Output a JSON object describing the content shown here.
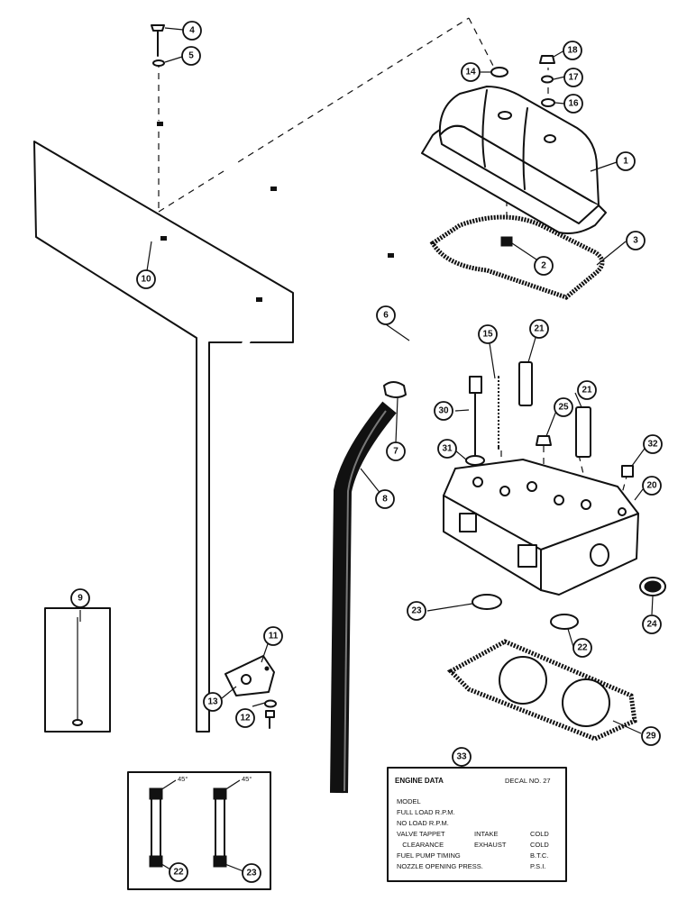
{
  "callouts": [
    {
      "id": "c1",
      "label": "1"
    },
    {
      "id": "c2",
      "label": "2"
    },
    {
      "id": "c3",
      "label": "3"
    },
    {
      "id": "c4",
      "label": "4"
    },
    {
      "id": "c5",
      "label": "5"
    },
    {
      "id": "c6",
      "label": "6"
    },
    {
      "id": "c7",
      "label": "7"
    },
    {
      "id": "c8",
      "label": "8"
    },
    {
      "id": "c9",
      "label": "9"
    },
    {
      "id": "c10",
      "label": "10"
    },
    {
      "id": "c11",
      "label": "11"
    },
    {
      "id": "c12",
      "label": "12"
    },
    {
      "id": "c13",
      "label": "13"
    },
    {
      "id": "c14",
      "label": "14"
    },
    {
      "id": "c15",
      "label": "15"
    },
    {
      "id": "c16",
      "label": "16"
    },
    {
      "id": "c17",
      "label": "17"
    },
    {
      "id": "c18",
      "label": "18"
    },
    {
      "id": "c20",
      "label": "20"
    },
    {
      "id": "c21a",
      "label": "21"
    },
    {
      "id": "c21b",
      "label": "21"
    },
    {
      "id": "c22a",
      "label": "22"
    },
    {
      "id": "c22b",
      "label": "22"
    },
    {
      "id": "c23a",
      "label": "23"
    },
    {
      "id": "c23b",
      "label": "23"
    },
    {
      "id": "c24",
      "label": "24"
    },
    {
      "id": "c25",
      "label": "25"
    },
    {
      "id": "c29",
      "label": "29"
    },
    {
      "id": "c30",
      "label": "30"
    },
    {
      "id": "c31",
      "label": "31"
    },
    {
      "id": "c32",
      "label": "32"
    },
    {
      "id": "c33",
      "label": "33"
    }
  ],
  "insert": {
    "angle_label": "45°"
  },
  "plate": {
    "heading": "ENGINE DATA",
    "decal": "DECAL NO. 27",
    "rows": [
      {
        "label": "MODEL",
        "mid": "",
        "right": ""
      },
      {
        "label": "FULL LOAD R.P.M.",
        "mid": "",
        "right": ""
      },
      {
        "label": "NO LOAD R.P.M.",
        "mid": "",
        "right": ""
      },
      {
        "label": "VALVE TAPPET",
        "mid": "INTAKE",
        "right": "COLD"
      },
      {
        "label": "   CLEARANCE",
        "mid": "EXHAUST",
        "right": "COLD"
      },
      {
        "label": "FUEL PUMP TIMING",
        "mid": "",
        "right": "B.T.C."
      },
      {
        "label": "NOZZLE OPENING PRESS.",
        "mid": "",
        "right": "P.S.I."
      }
    ]
  }
}
